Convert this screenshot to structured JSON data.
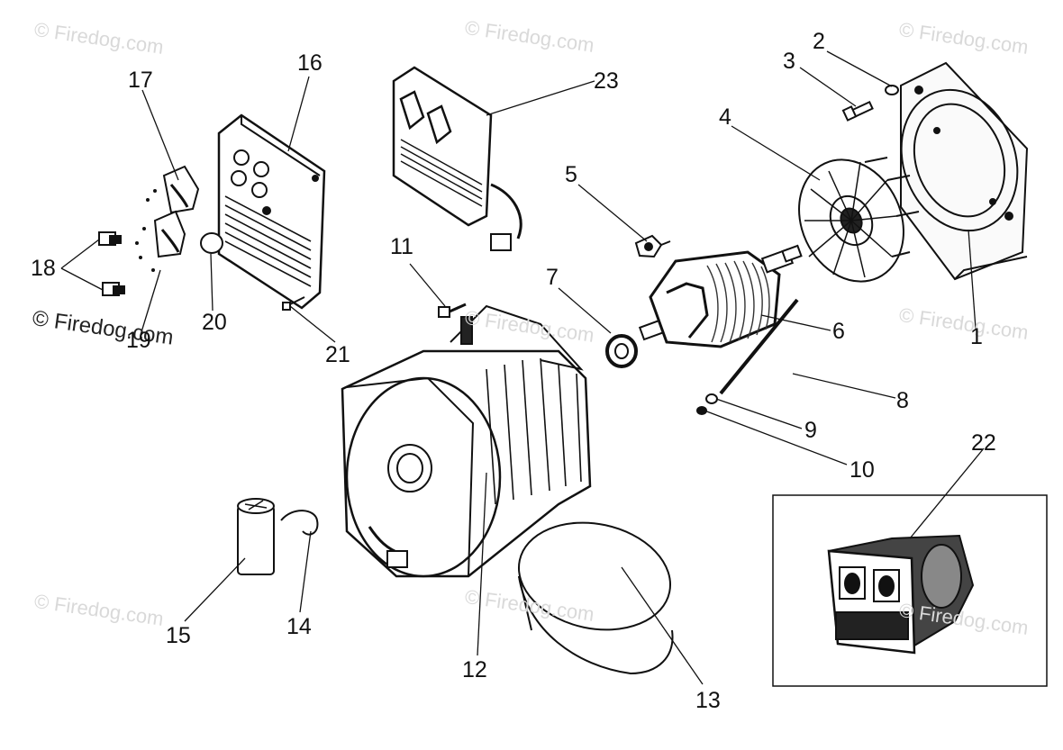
{
  "diagram": {
    "watermark": "© Firedog.com",
    "callouts": [
      "1",
      "2",
      "3",
      "4",
      "5",
      "6",
      "7",
      "8",
      "9",
      "10",
      "11",
      "12",
      "13",
      "14",
      "15",
      "16",
      "17",
      "18",
      "19",
      "20",
      "21",
      "22",
      "23"
    ]
  }
}
